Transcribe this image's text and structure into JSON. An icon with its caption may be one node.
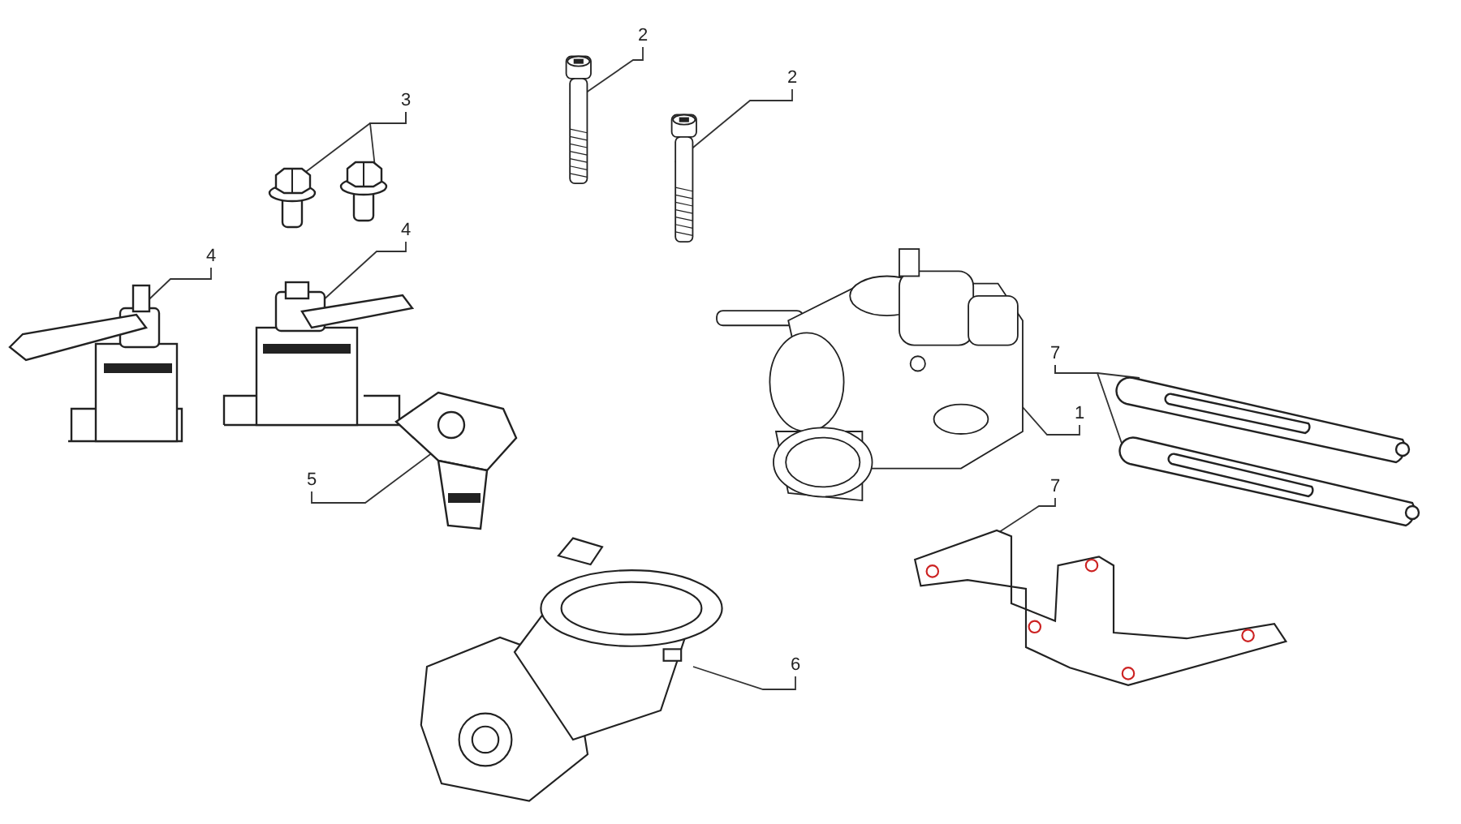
{
  "diagram": {
    "nodes": [
      {
        "text": [
          "2"
        ]
      },
      {
        "text": [
          "2"
        ]
      },
      {
        "text": [
          "3"
        ]
      },
      {
        "text": [
          "4"
        ]
      },
      {
        "text": [
          "4"
        ]
      },
      {
        "text": [
          "1"
        ]
      },
      {
        "text": [
          "7"
        ]
      },
      {
        "text": [
          "5"
        ]
      },
      {
        "text": [
          "7"
        ]
      },
      {
        "text": [
          "6"
        ]
      },
      {
        "text": [],
        "shape": "picture"
      },
      {
        "text": [],
        "shape": "picture"
      },
      {
        "text": [],
        "shape": "picture"
      },
      {
        "text": [],
        "shape": "picture"
      },
      {
        "text": [],
        "shape": "picture"
      },
      {
        "text": [],
        "shape": "picture"
      },
      {
        "text": [],
        "shape": "picture"
      },
      {
        "text": [],
        "shape": "picture"
      },
      {
        "text": [],
        "shape": "picture"
      },
      {
        "text": [],
        "shape": "picture"
      },
      {
        "text": [],
        "shape": "picture"
      },
      {
        "text": [],
        "shape": "picture"
      }
    ],
    "edges": [
      {
        "from": 0,
        "to": 10,
        "arrow": "none"
      },
      {
        "from": 1,
        "to": 11,
        "arrow": "none"
      },
      {
        "from": 2,
        "to": 12,
        "arrow": "none"
      },
      {
        "from": 2,
        "to": 13,
        "arrow": "none"
      },
      {
        "from": 3,
        "to": 14,
        "arrow": "none"
      },
      {
        "from": 4,
        "to": 15,
        "arrow": "none"
      },
      {
        "from": 5,
        "to": 16,
        "arrow": "none"
      },
      {
        "from": 6,
        "to": 17,
        "arrow": "none"
      },
      {
        "from": 6,
        "to": 18,
        "arrow": "none"
      },
      {
        "from": 7,
        "to": 19,
        "arrow": "none"
      },
      {
        "from": 8,
        "to": 20,
        "arrow": "none"
      },
      {
        "from": 9,
        "to": 21,
        "arrow": "none"
      }
    ]
  }
}
